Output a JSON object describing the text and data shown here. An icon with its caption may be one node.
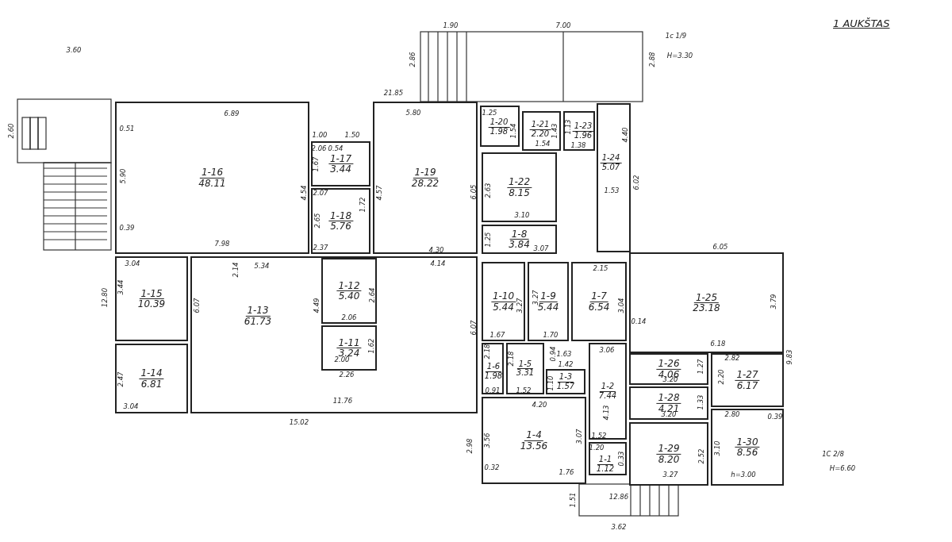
{
  "diagram": {
    "title": "1 AUKŠTAS",
    "nodes": [
      {
        "text": [
          "1-16",
          "48.11"
        ]
      },
      {
        "text": [
          "1-17",
          "3.44"
        ]
      },
      {
        "text": [
          "1-18",
          "5.76"
        ]
      },
      {
        "text": [
          "1-19",
          "28.22"
        ]
      },
      {
        "text": [
          "1-20",
          "1.98"
        ]
      },
      {
        "text": [
          "1-21",
          "2.20"
        ]
      },
      {
        "text": [
          "1-23",
          "1.96"
        ]
      },
      {
        "text": [
          "1-24",
          "5.07"
        ]
      },
      {
        "text": [
          "1-22",
          "8.15"
        ]
      },
      {
        "text": [
          "1-8",
          "3.84"
        ]
      },
      {
        "text": [
          "1-15",
          "10.39"
        ]
      },
      {
        "text": [
          "1-13",
          "61.73"
        ]
      },
      {
        "text": [
          "1-12",
          "5.40"
        ],
        "in": 11
      },
      {
        "text": [
          "1-11",
          "3.24"
        ],
        "in": 11
      },
      {
        "text": [
          "1-10",
          "5.44"
        ]
      },
      {
        "text": [
          "1-9",
          "5.44"
        ]
      },
      {
        "text": [
          "1-7",
          "6.54"
        ]
      },
      {
        "text": [
          "1-25",
          "23.18"
        ]
      },
      {
        "text": [
          "1-14",
          "6.81"
        ]
      },
      {
        "text": [
          "1-6",
          "1.98"
        ]
      },
      {
        "text": [
          "1-5",
          "3.31"
        ]
      },
      {
        "text": [
          "1-3",
          "1.57"
        ]
      },
      {
        "text": [
          "1-2",
          "7.44"
        ]
      },
      {
        "text": [
          "1-26",
          "4.06"
        ]
      },
      {
        "text": [
          "1-27",
          "6.17"
        ]
      },
      {
        "text": [
          "1-28",
          "4.21"
        ]
      },
      {
        "text": [
          "1-4",
          "13.56"
        ]
      },
      {
        "text": [
          "1-30",
          "8.56"
        ]
      },
      {
        "text": [
          "1-29",
          "8.20"
        ]
      },
      {
        "text": [
          "1-1",
          "1.12"
        ]
      }
    ],
    "labels": [
      "1.90",
      "7.00",
      "1c 1/9",
      "2.86",
      "2.88",
      "H=3.30",
      "3.60",
      "21.85",
      "6.89",
      "5.80",
      "1.25",
      "2.60",
      "0.51",
      "1.00",
      "1.50",
      "1.54",
      "1.43",
      "1.13",
      "1.54",
      "1.38",
      "4.40",
      "2.06",
      "0.54",
      "1.67",
      "5.90",
      "1.53",
      "6.02",
      "4.54",
      "4.57",
      "2.07",
      "6.05",
      "2.63",
      "1.72",
      "3.10",
      "2.65",
      "0.39",
      "1.25",
      "7.98",
      "2.37",
      "4.30",
      "3.07",
      "6.05",
      "3.04",
      "5.34",
      "4.14",
      "2.14",
      "2.15",
      "12.80",
      "3.44",
      "6.07",
      "4.49",
      "2.64",
      "3.27",
      "3.27",
      "3.04",
      "3.79",
      "2.06",
      "0.14",
      "6.07",
      "1.67",
      "1.70",
      "1.62",
      "6.18",
      "3.06",
      "2.18",
      "0.94",
      "2.82",
      "9.83",
      "2.00",
      "1.63",
      "2.18",
      "1.27",
      "2.20",
      "2.26",
      "1.42",
      "2.47",
      "1.10",
      "3.20",
      "0.91",
      "1.52",
      "11.76",
      "1.33",
      "3.04",
      "4.20",
      "4.13",
      "3.20",
      "2.80",
      "15.02",
      "0.39",
      "2.98",
      "3.56",
      "3.07",
      "1.52",
      "2.52",
      "3.10",
      "1.20",
      "0.33",
      "1C 2/8",
      "0.32",
      "H=6.60",
      "1.76",
      "3.27",
      "h=3.00",
      "12.86",
      "1.51",
      "3.62"
    ]
  }
}
